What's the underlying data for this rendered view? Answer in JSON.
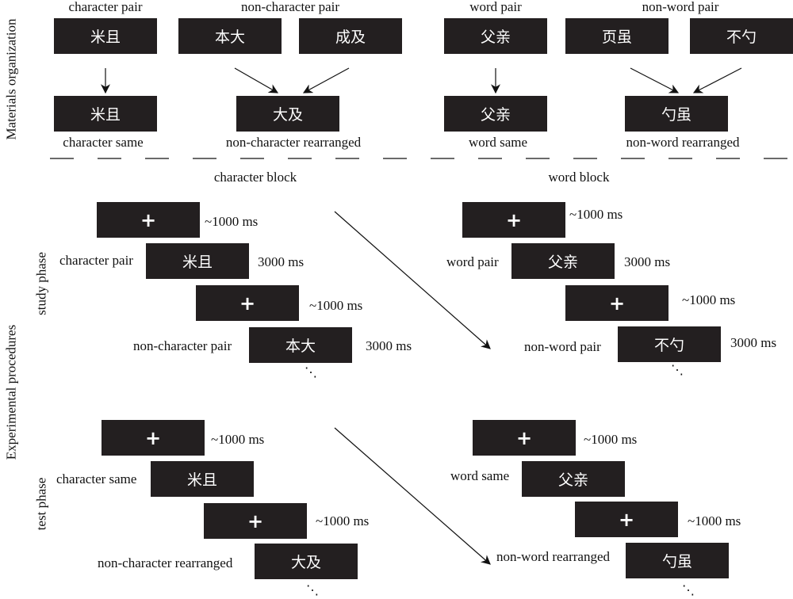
{
  "side_labels": {
    "materials": "Materials organization",
    "procedures": "Experimental procedures",
    "study": "study phase",
    "test": "test phase"
  },
  "materials": {
    "headers": [
      "character pair",
      "non-character pair",
      "word pair",
      "non-word pair"
    ],
    "top_boxes": [
      "米且",
      "本大",
      "成及",
      "父亲",
      "页虽",
      "不勺"
    ],
    "bottom_boxes": [
      "米且",
      "大及",
      "父亲",
      "勺虽"
    ],
    "footers": [
      "character same",
      "non-character rearranged",
      "word same",
      "non-word rearranged"
    ]
  },
  "blocks": {
    "character": "character block",
    "word": "word block"
  },
  "fixation": "+",
  "durations": {
    "fixation": "~1000 ms",
    "stimulus": "3000 ms"
  },
  "study": {
    "character": {
      "labels": [
        "character pair",
        "non-character pair"
      ],
      "stimuli": [
        "米且",
        "本大"
      ]
    },
    "word": {
      "labels": [
        "word pair",
        "non-word pair"
      ],
      "stimuli": [
        "父亲",
        "不勺"
      ]
    }
  },
  "test": {
    "character": {
      "labels": [
        "character same",
        "non-character rearranged"
      ],
      "stimuli": [
        "米且",
        "大及"
      ]
    },
    "word": {
      "labels": [
        "word same",
        "non-word rearranged"
      ],
      "stimuli": [
        "父亲",
        "勺虽"
      ]
    }
  },
  "ellipsis": "⋱"
}
